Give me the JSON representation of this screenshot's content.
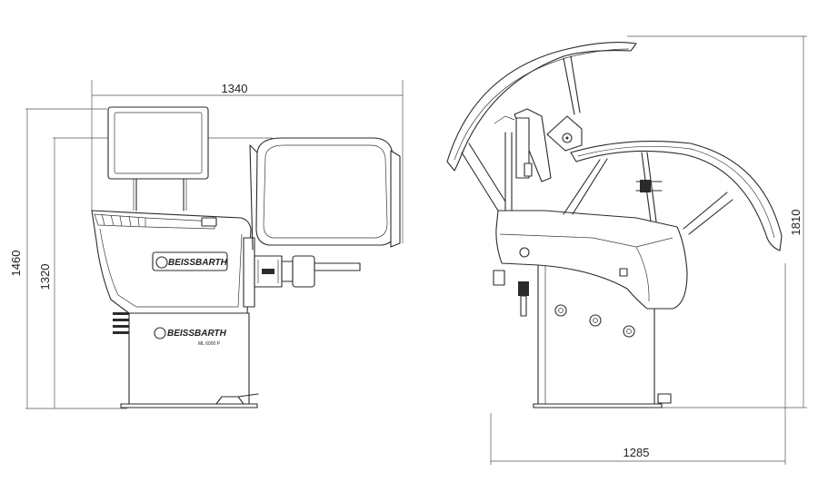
{
  "dimensions": {
    "front_width": "1340",
    "front_height_total": "1460",
    "front_height_shaft": "1320",
    "side_depth": "1285",
    "side_height_open": "1810"
  },
  "branding": {
    "brand_name": "BEISSBARTH",
    "model_tag": "ML 6000 P"
  },
  "colors": {
    "line": "#2b2b2b",
    "dimension_line": "#555555",
    "background": "#ffffff"
  }
}
